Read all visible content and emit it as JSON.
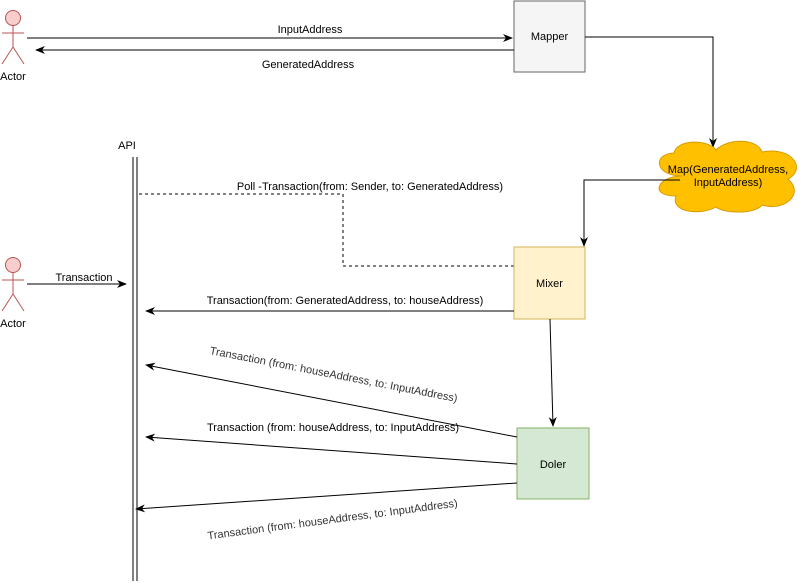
{
  "actors": [
    {
      "label": "Actor"
    },
    {
      "label": "Actor"
    }
  ],
  "api": {
    "label": "API"
  },
  "nodes": {
    "mapper": {
      "label": "Mapper",
      "fill": "#f5f5f5",
      "stroke": "#666666"
    },
    "cloud": {
      "line1": "Map(GeneratedAddress,",
      "line2": "InputAddress)",
      "fill": "#ffcd28",
      "fill_dark": "#ffa500",
      "stroke": "#d79b00"
    },
    "mixer": {
      "label": "Mixer",
      "fill": "#fff2cc",
      "stroke": "#d6b656"
    },
    "doler": {
      "label": "Doler",
      "fill": "#d5e8d4",
      "stroke": "#82b366"
    }
  },
  "messages": {
    "input_address": "InputAddress",
    "generated_address": "GeneratedAddress",
    "poll": "Poll -Transaction(from: Sender, to: GeneratedAddress)",
    "transaction": "Transaction",
    "mixer_to_api": "Transaction(from: GeneratedAddress, to: houseAddress)",
    "doler_upper": "Transaction (from: houseAddress, to: InputAddress)",
    "doler_middle": "Transaction (from: houseAddress, to: InputAddress)",
    "doler_lower": "Transaction (from: houseAddress, to: InputAddress)"
  },
  "colors": {
    "actor_fill": "#f8cecc",
    "actor_stroke": "#b85450",
    "line": "#000000"
  }
}
